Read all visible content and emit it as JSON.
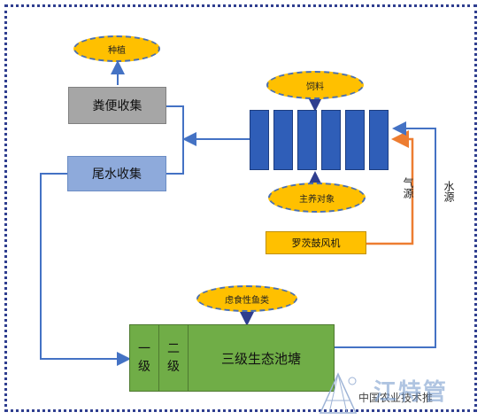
{
  "nodes": {
    "planting": "种植",
    "manure": "粪便收集",
    "tailwater": "尾水收集",
    "feed": "饲料",
    "main_species": "主养对象",
    "blower": "罗茨鼓风机",
    "filter_fish": "虑食性鱼类",
    "level1": "一级",
    "level2": "二级",
    "level3": "三级生态池塘"
  },
  "labels": {
    "air_source": "气源",
    "water_source": "水源"
  },
  "watermark": {
    "text": "中国农业技术推",
    "logo": "江特管"
  },
  "colors": {
    "ellipse_fill": "#ffc000",
    "manure_box": "#a6a6a6",
    "tailwater_box": "#8eaadb",
    "tank_blue": "#2f5eb8",
    "blower_box": "#ffc000",
    "pond_green": "#70ad47",
    "air_line": "#ed7d31",
    "flow_line": "#4472c4"
  }
}
